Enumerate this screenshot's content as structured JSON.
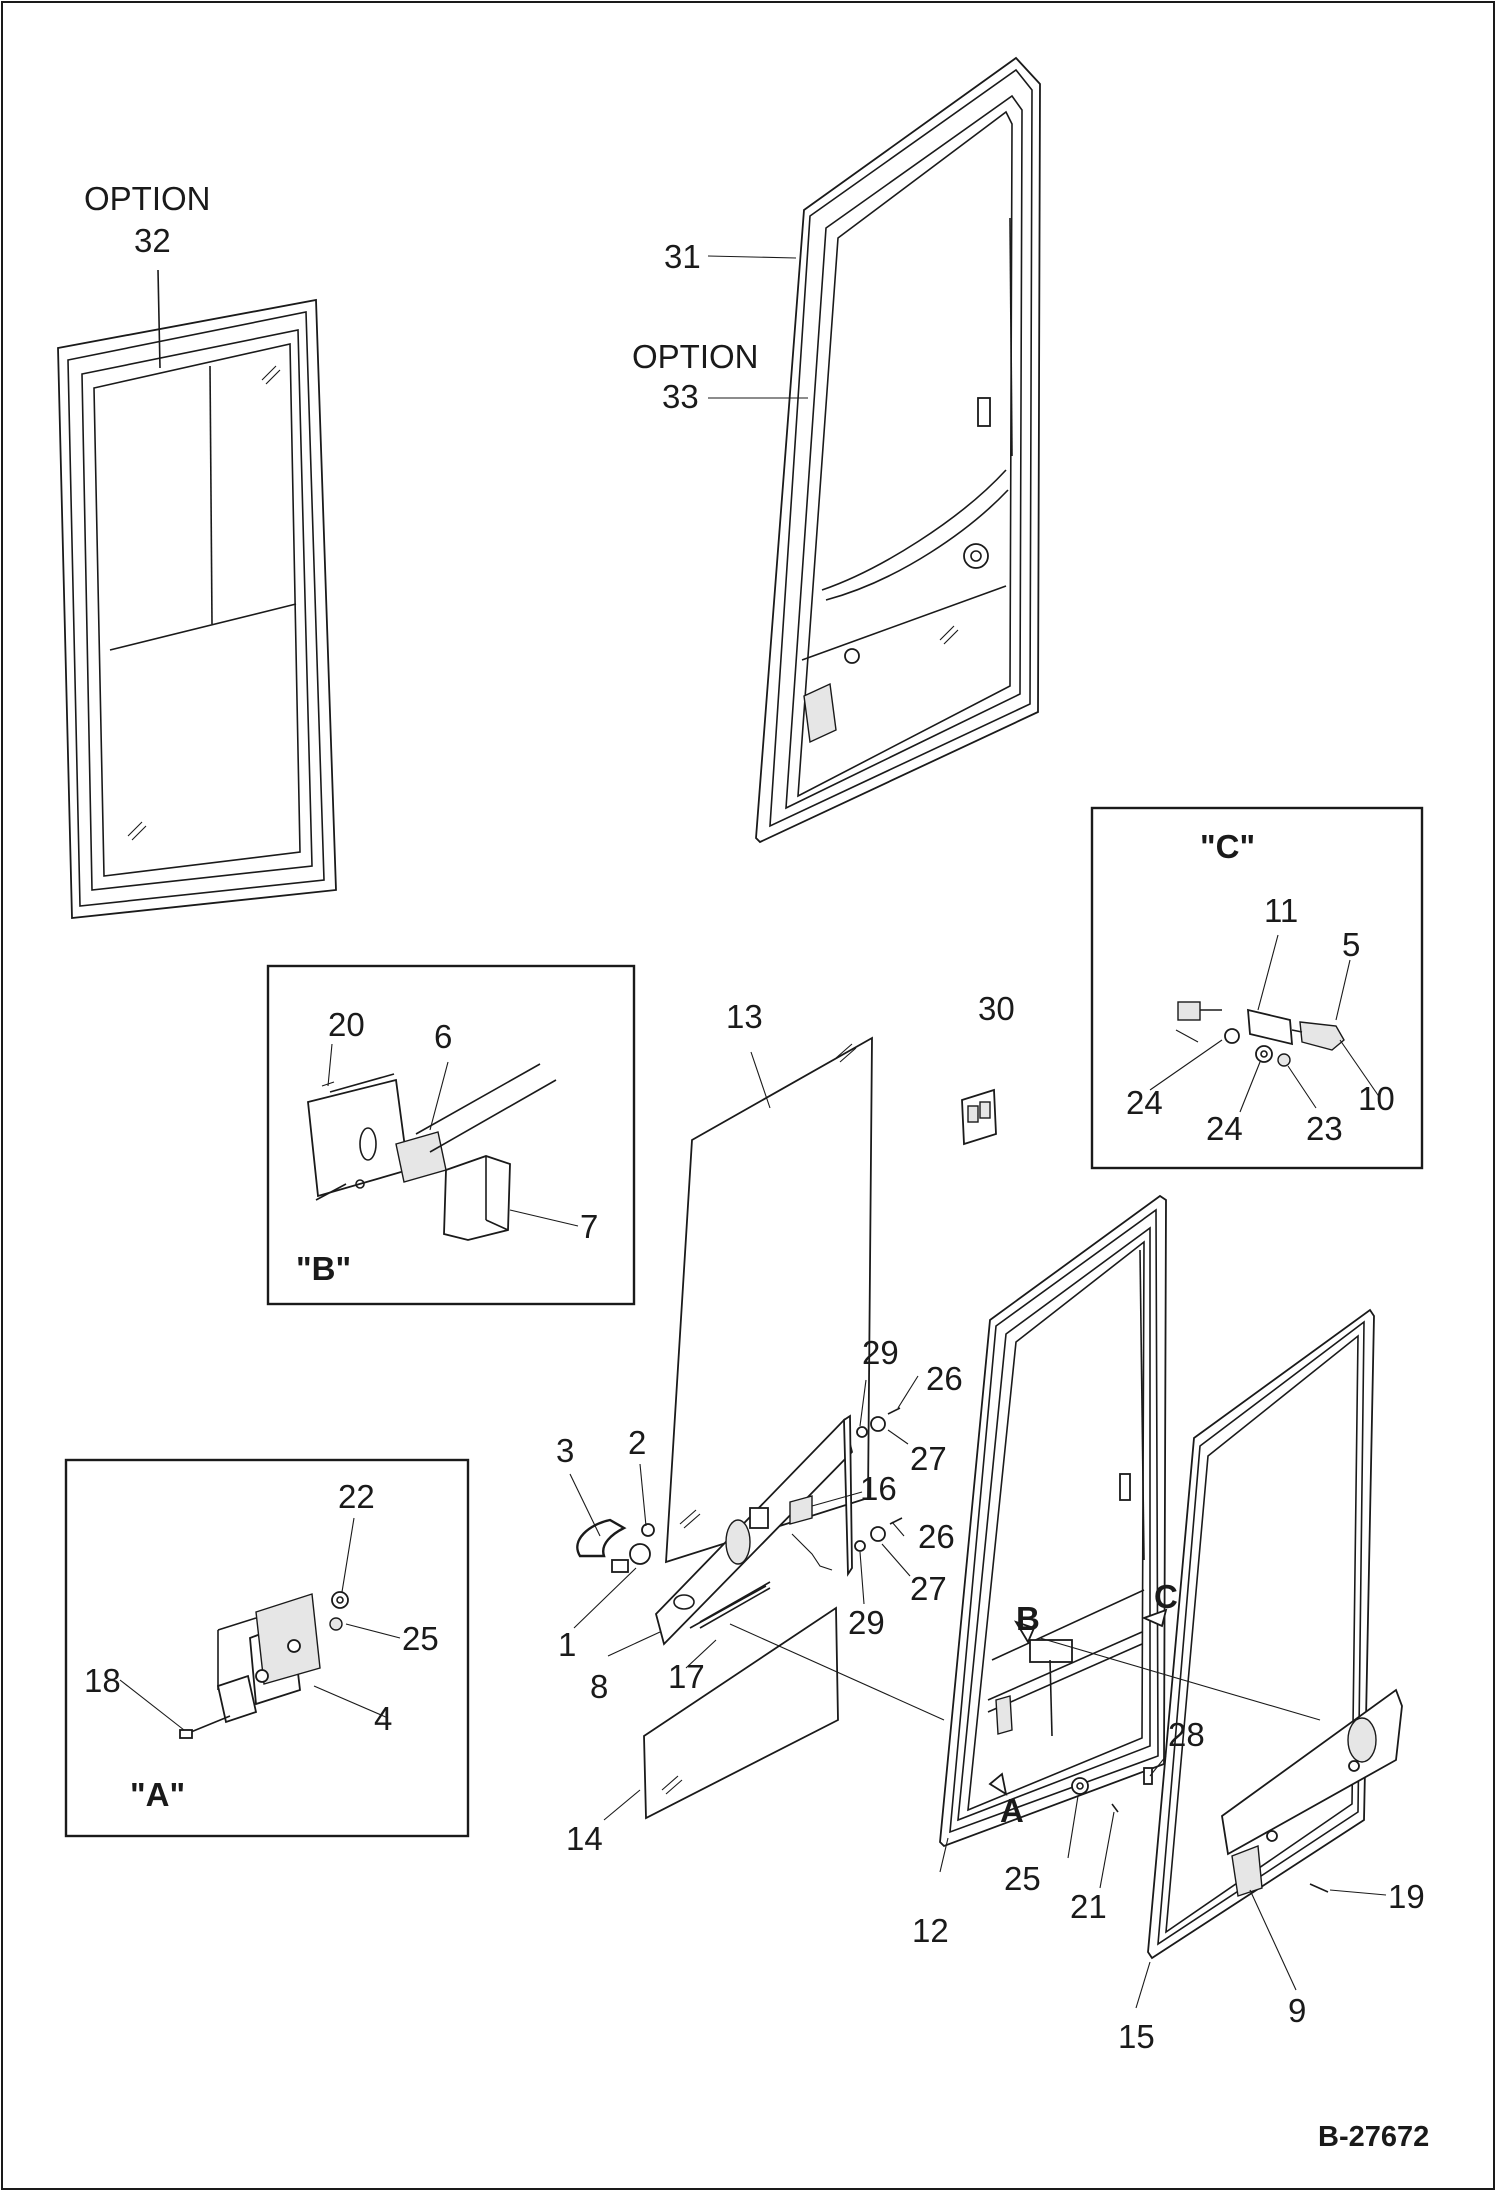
{
  "drawing_number": "B-27672",
  "option_labels": {
    "window": "OPTION",
    "door": "OPTION"
  },
  "detail_titles": {
    "a": "\"A\"",
    "b": "\"B\"",
    "c": "\"C\""
  },
  "arrow_letters": {
    "a": "A",
    "b": "B",
    "c": "C"
  },
  "callouts": {
    "p1": "1",
    "p2": "2",
    "p3": "3",
    "p4": "4",
    "p5": "5",
    "p6": "6",
    "p7": "7",
    "p8": "8",
    "p9": "9",
    "p10": "10",
    "p11": "11",
    "p12": "12",
    "p13": "13",
    "p14": "14",
    "p15": "15",
    "p16": "16",
    "p17": "17",
    "p18": "18",
    "p19": "19",
    "p20": "20",
    "p21": "21",
    "p22": "22",
    "p23": "23",
    "p24a": "24",
    "p24b": "24",
    "p25a": "25",
    "p25b": "25",
    "p26a": "26",
    "p26b": "26",
    "p27a": "27",
    "p27b": "27",
    "p28": "28",
    "p29a": "29",
    "p29b": "29",
    "p30": "30",
    "p31": "31",
    "p32": "32",
    "p33": "33"
  }
}
